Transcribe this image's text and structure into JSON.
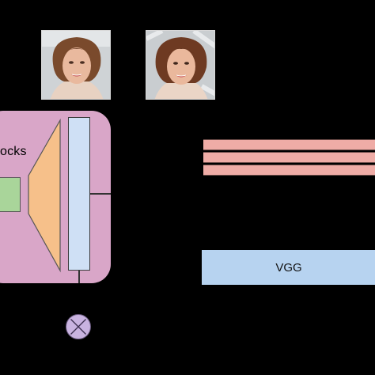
{
  "diagram": {
    "block_label": "ocks",
    "vgg_label": "VGG",
    "multiply_symbol": "multiply-icon",
    "photos": [
      "portrait-photo-1",
      "portrait-photo-2"
    ]
  },
  "colors": {
    "background": "#000000",
    "block": "#d9a6c8",
    "decoder": "#f6c08a",
    "green_box": "#a9d59a",
    "feature_bar": "#cfe0f5",
    "pink_layers": "#efaca6",
    "vgg": "#b7d3f0",
    "multiply": "#c9b3e0"
  }
}
